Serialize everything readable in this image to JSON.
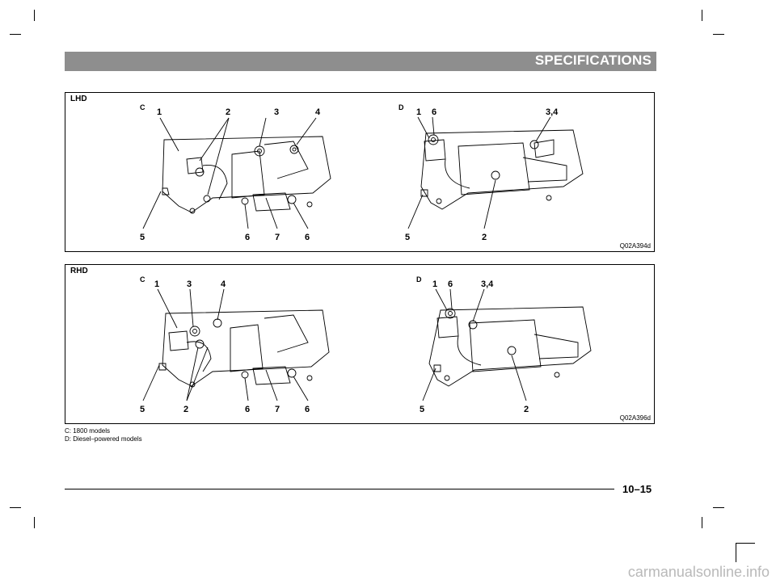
{
  "header": {
    "title": "SPECIFICATIONS"
  },
  "lhd": {
    "label": "LHD",
    "figure_code": "Q02A394d",
    "left": {
      "model": "C",
      "callouts": [
        "1",
        "2",
        "3",
        "4",
        "5",
        "6",
        "7",
        "6"
      ]
    },
    "right": {
      "model": "D",
      "callouts": [
        "1",
        "6",
        "3,4",
        "5",
        "2"
      ]
    }
  },
  "rhd": {
    "label": "RHD",
    "figure_code": "Q02A396d",
    "left": {
      "model": "C",
      "callouts": [
        "1",
        "3",
        "4",
        "5",
        "2",
        "6",
        "7",
        "6"
      ]
    },
    "right": {
      "model": "D",
      "callouts": [
        "1",
        "6",
        "3,4",
        "5",
        "2"
      ]
    }
  },
  "notes": [
    "C: 1800 models",
    "D: Diesel–powered models"
  ],
  "footer": {
    "page_number": "10–15"
  },
  "watermark": "carmanualsonline.info"
}
